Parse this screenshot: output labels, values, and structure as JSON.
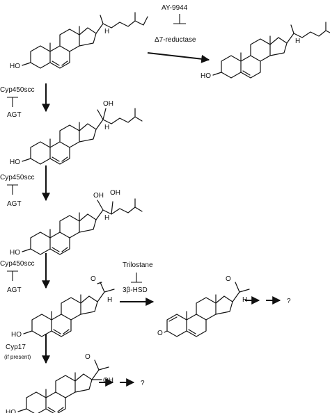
{
  "reagents": {
    "ay9944": "AY-9944",
    "reductase": "Δ7-reductase",
    "cyp_scc_1": "Cyp450scc",
    "agt_1": "AGT",
    "cyp_scc_2": "Cyp450scc",
    "agt_2": "AGT",
    "cyp_scc_3": "Cyp450scc",
    "agt_3": "AGT",
    "trilostane": "Trilostane",
    "hsd": "3β-HSD",
    "cyp17": "Cyp17",
    "if_present": "(if present)"
  },
  "atoms": {
    "ho": "HO",
    "oh": "OH",
    "o": "O",
    "h": "H"
  },
  "unknown": {
    "q1": "?",
    "q2": "?"
  }
}
